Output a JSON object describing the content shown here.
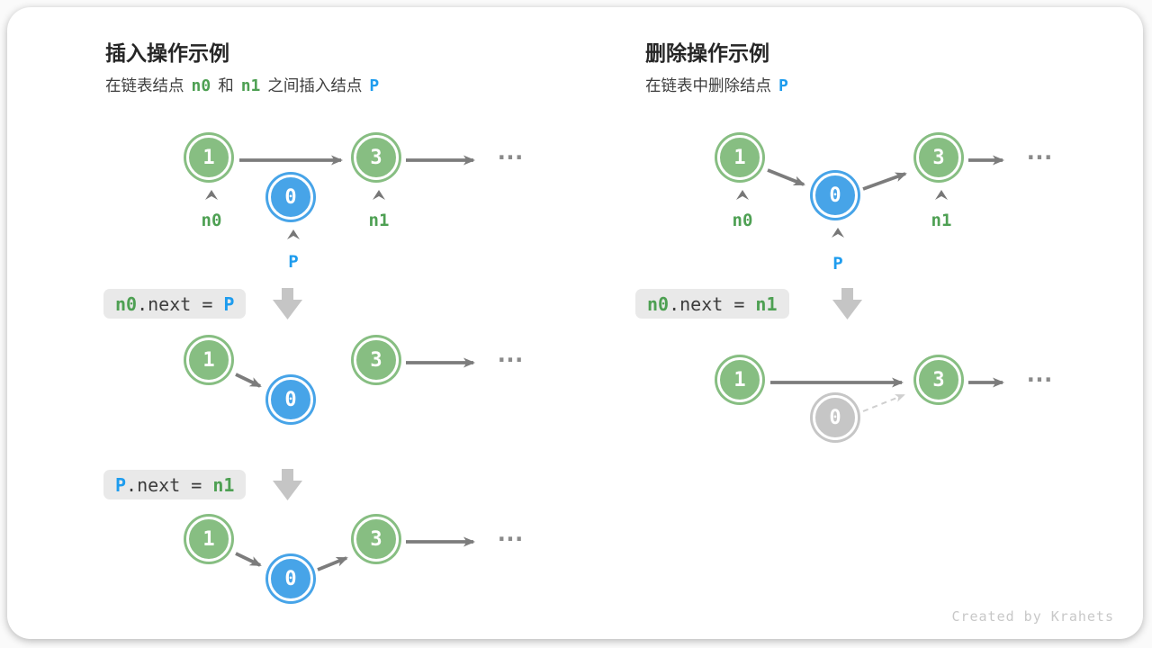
{
  "left": {
    "title": "插入操作示例",
    "subtitle": {
      "t1": "在链表结点",
      "t2": "n0",
      "t3": "和",
      "t4": "n1",
      "t5": "之间插入结点",
      "t6": "P"
    },
    "row1": {
      "v1": "1",
      "v2": "0",
      "v3": "3",
      "l1": "n0",
      "l2": "P",
      "l3": "n1",
      "ellipsis": "..."
    },
    "code1": {
      "a": "n0",
      "b": ".next = ",
      "c": "P"
    },
    "row2": {
      "v1": "1",
      "v2": "0",
      "v3": "3",
      "ellipsis": "..."
    },
    "code2": {
      "a": "P",
      "b": ".next = ",
      "c": "n1"
    },
    "row3": {
      "v1": "1",
      "v2": "0",
      "v3": "3",
      "ellipsis": "..."
    }
  },
  "right": {
    "title": "删除操作示例",
    "subtitle": {
      "t1": "在链表中删除结点",
      "t2": "P"
    },
    "row1": {
      "v1": "1",
      "v2": "0",
      "v3": "3",
      "l1": "n0",
      "l2": "P",
      "l3": "n1",
      "ellipsis": "..."
    },
    "code1": {
      "a": "n0",
      "b": ".next = ",
      "c": "n1"
    },
    "row2": {
      "v1": "1",
      "v2": "0",
      "v3": "3",
      "ellipsis": "..."
    }
  },
  "footer": "Created by Krahets",
  "colors": {
    "node_green": "#87be82",
    "node_blue": "#47a4e8",
    "node_gray": "#c6c6c6",
    "label_green": "#4ea053",
    "label_blue": "#1e9cee",
    "arrow_gray": "#7c7c7c",
    "arrow_dashed": "#cfcfcf",
    "block_arrow_gray": "#c5c5c5",
    "code_box_bg": "#e9e9e9",
    "code_text": "#3c3c3c",
    "title_text": "#262626",
    "footer_text": "#c8c8c8"
  }
}
